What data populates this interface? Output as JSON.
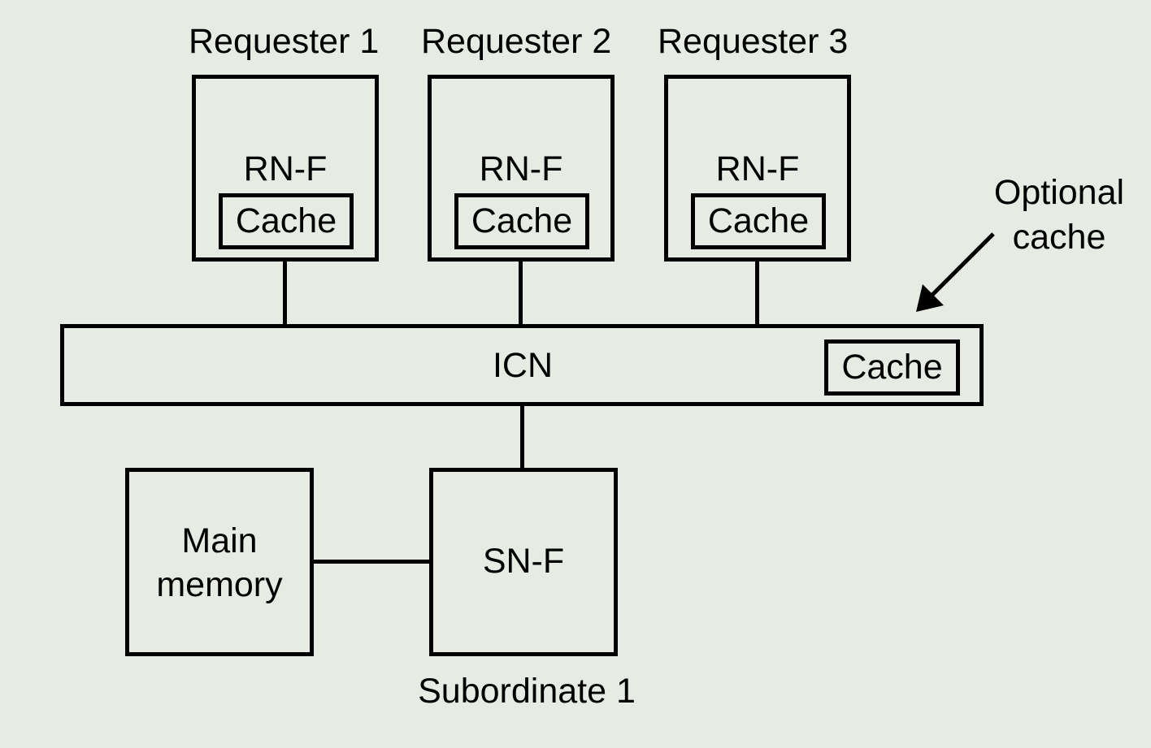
{
  "requesters": [
    {
      "title": "Requester 1",
      "node": "RN-F",
      "cache": "Cache"
    },
    {
      "title": "Requester 2",
      "node": "RN-F",
      "cache": "Cache"
    },
    {
      "title": "Requester 3",
      "node": "RN-F",
      "cache": "Cache"
    }
  ],
  "icn": {
    "label": "ICN",
    "cache": "Cache"
  },
  "optional_cache": {
    "line1": "Optional",
    "line2": "cache"
  },
  "subordinate": {
    "node": "SN-F",
    "title": "Subordinate 1"
  },
  "main_memory": {
    "line1": "Main",
    "line2": "memory"
  }
}
